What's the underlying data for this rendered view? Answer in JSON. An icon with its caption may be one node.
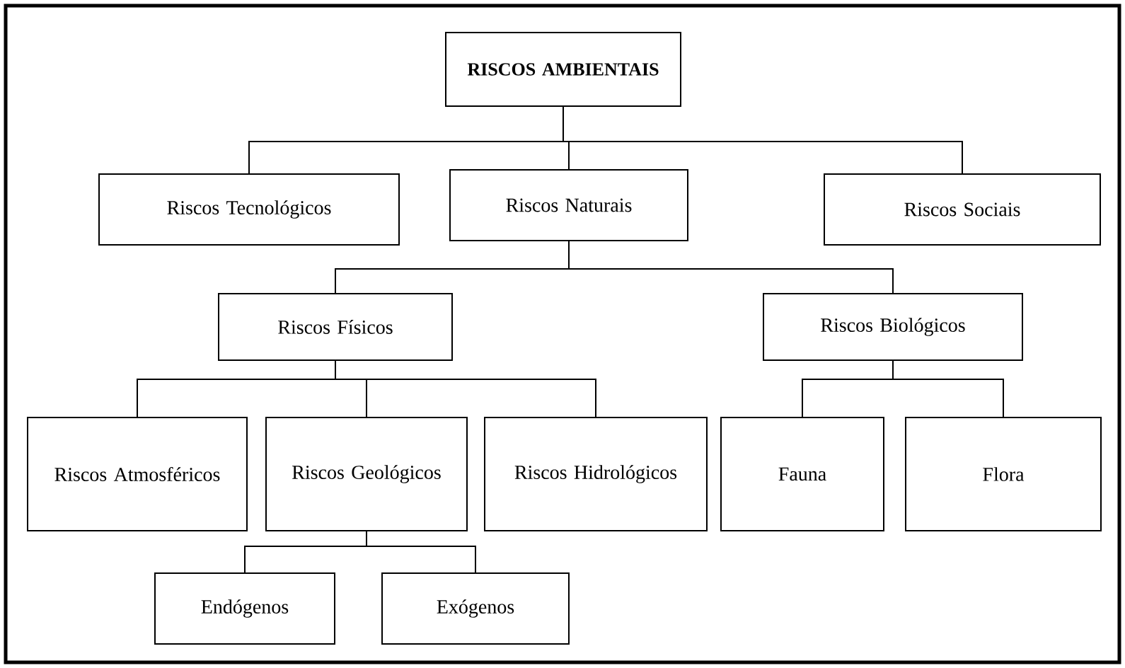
{
  "diagram": {
    "nodes": [
      {
        "text": [
          "RISCOS AMBIENTAIS"
        ]
      },
      {
        "text": [
          "Riscos Tecnológicos"
        ]
      },
      {
        "text": [
          "Riscos Naturais"
        ]
      },
      {
        "text": [
          "Riscos Sociais"
        ]
      },
      {
        "text": [
          "Riscos Físicos"
        ]
      },
      {
        "text": [
          "Riscos Biológicos"
        ]
      },
      {
        "text": [
          "Riscos Atmosféricos"
        ]
      },
      {
        "text": [
          "Riscos Geológicos"
        ]
      },
      {
        "text": [
          "Riscos Hidrológicos"
        ]
      },
      {
        "text": [
          "Fauna"
        ]
      },
      {
        "text": [
          "Flora"
        ]
      },
      {
        "text": [
          "Endógenos"
        ]
      },
      {
        "text": [
          "Exógenos"
        ]
      }
    ],
    "edges": [
      {
        "from": 0,
        "to": 1,
        "arrow": "none"
      },
      {
        "from": 0,
        "to": 2,
        "arrow": "none"
      },
      {
        "from": 0,
        "to": 3,
        "arrow": "none"
      },
      {
        "from": 2,
        "to": 4,
        "arrow": "none"
      },
      {
        "from": 2,
        "to": 5,
        "arrow": "none"
      },
      {
        "from": 4,
        "to": 6,
        "arrow": "none"
      },
      {
        "from": 4,
        "to": 7,
        "arrow": "none"
      },
      {
        "from": 4,
        "to": 8,
        "arrow": "none"
      },
      {
        "from": 5,
        "to": 9,
        "arrow": "none"
      },
      {
        "from": 5,
        "to": 10,
        "arrow": "none"
      },
      {
        "from": 7,
        "to": 11,
        "arrow": "none"
      },
      {
        "from": 7,
        "to": 12,
        "arrow": "none"
      }
    ]
  }
}
